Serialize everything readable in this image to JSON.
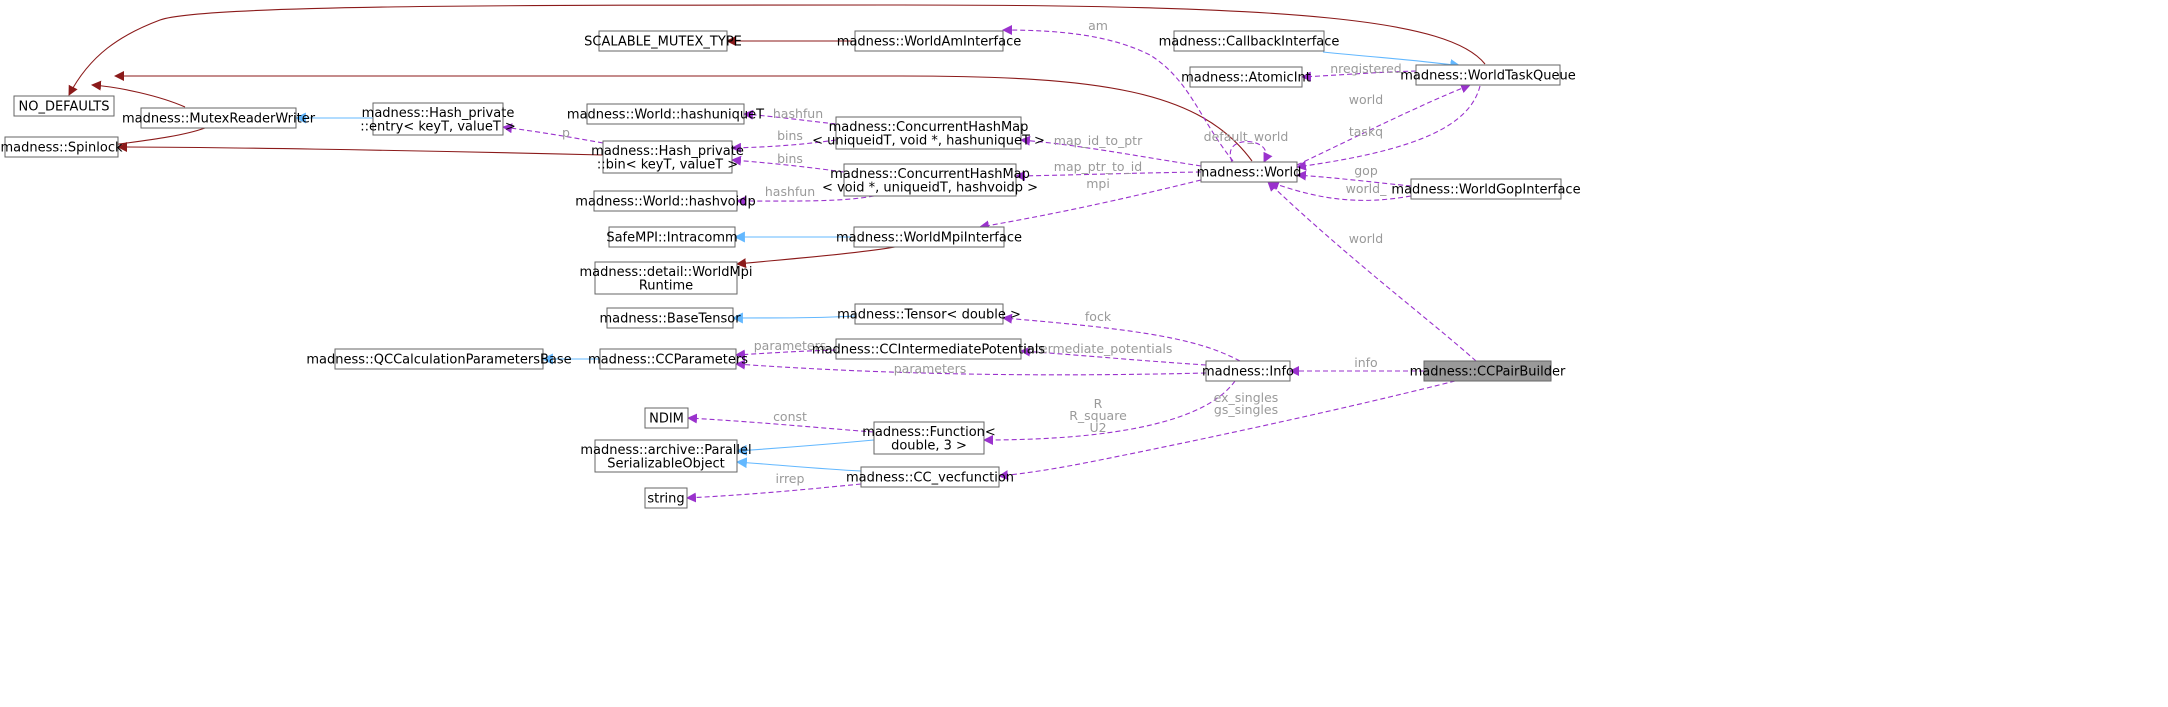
{
  "colors": {
    "inheritance_public": "#63b8ff",
    "inheritance_protected": "#8b1a1a",
    "usage": "#9a32cd",
    "label": "#9a9a9a",
    "node_border": "#666666",
    "highlight_fill": "#999999"
  },
  "nodes": [
    {
      "id": "no_defaults",
      "lines": [
        "NO_DEFAULTS"
      ]
    },
    {
      "id": "spinlock",
      "lines": [
        "madness::Spinlock"
      ]
    },
    {
      "id": "mutex_rw",
      "lines": [
        "madness::MutexReaderWriter"
      ]
    },
    {
      "id": "scalable_mutex",
      "lines": [
        "SCALABLE_MUTEX_TYPE"
      ]
    },
    {
      "id": "world_am",
      "lines": [
        "madness::WorldAmInterface"
      ]
    },
    {
      "id": "hash_entry",
      "lines": [
        "madness::Hash_private",
        "::entry< keyT, valueT >"
      ]
    },
    {
      "id": "hash_bin",
      "lines": [
        "madness::Hash_private",
        "::bin< keyT, valueT >"
      ]
    },
    {
      "id": "hashuniquet",
      "lines": [
        "madness::World::hashuniqueT"
      ]
    },
    {
      "id": "hashvoidp",
      "lines": [
        "madness::World::hashvoidp"
      ]
    },
    {
      "id": "chm_unique",
      "lines": [
        "madness::ConcurrentHashMap",
        "< uniqueidT, void *, hashuniqueT >"
      ]
    },
    {
      "id": "chm_voidp",
      "lines": [
        "madness::ConcurrentHashMap",
        "< void *, uniqueidT, hashvoidp >"
      ]
    },
    {
      "id": "intracomm",
      "lines": [
        "SafeMPI::Intracomm"
      ]
    },
    {
      "id": "world_mpi",
      "lines": [
        "madness::WorldMpiInterface"
      ]
    },
    {
      "id": "world_mpi_rt",
      "lines": [
        "madness::detail::WorldMpi",
        "Runtime"
      ]
    },
    {
      "id": "base_tensor",
      "lines": [
        "madness::BaseTensor"
      ]
    },
    {
      "id": "tensor_double",
      "lines": [
        "madness::Tensor< double >"
      ]
    },
    {
      "id": "qc_params_base",
      "lines": [
        "madness::QCCalculationParametersBase"
      ]
    },
    {
      "id": "cc_params",
      "lines": [
        "madness::CCParameters"
      ]
    },
    {
      "id": "cc_intermediate",
      "lines": [
        "madness::CCIntermediatePotentials"
      ]
    },
    {
      "id": "ndim",
      "lines": [
        "NDIM"
      ]
    },
    {
      "id": "archive",
      "lines": [
        "madness::archive::Parallel",
        "SerializableObject"
      ]
    },
    {
      "id": "string",
      "lines": [
        "string"
      ]
    },
    {
      "id": "function",
      "lines": [
        "madness::Function<",
        "double, 3 >"
      ]
    },
    {
      "id": "cc_vecfunction",
      "lines": [
        "madness::CC_vecfunction"
      ]
    },
    {
      "id": "world",
      "lines": [
        "madness::World"
      ]
    },
    {
      "id": "info",
      "lines": [
        "madness::Info"
      ]
    },
    {
      "id": "callback",
      "lines": [
        "madness::CallbackInterface"
      ]
    },
    {
      "id": "atomicint",
      "lines": [
        "madness::AtomicInt"
      ]
    },
    {
      "id": "taskqueue",
      "lines": [
        "madness::WorldTaskQueue"
      ]
    },
    {
      "id": "gop",
      "lines": [
        "madness::WorldGopInterface"
      ]
    },
    {
      "id": "ccpairbuilder",
      "lines": [
        "madness::CCPairBuilder"
      ]
    }
  ],
  "edges": [
    {
      "from": "no_defaults",
      "to": "taskqueue",
      "kind": "protected"
    },
    {
      "from": "no_defaults",
      "to": "world",
      "kind": "protected"
    },
    {
      "from": "no_defaults",
      "to": "mutex_rw",
      "kind": "protected"
    },
    {
      "from": "spinlock",
      "to": "mutex_rw",
      "kind": "protected"
    },
    {
      "from": "spinlock",
      "to": "hash_bin",
      "kind": "protected"
    },
    {
      "from": "scalable_mutex",
      "to": "world_am",
      "kind": "protected"
    },
    {
      "from": "mutex_rw",
      "to": "hash_entry",
      "kind": "public"
    },
    {
      "from": "hash_entry",
      "to": "hash_bin",
      "kind": "usage",
      "labels": [
        "p"
      ]
    },
    {
      "from": "hashuniquet",
      "to": "chm_unique",
      "kind": "usage",
      "labels": [
        "hashfun"
      ]
    },
    {
      "from": "hash_bin",
      "to": "chm_unique",
      "kind": "usage",
      "labels": [
        "bins"
      ]
    },
    {
      "from": "hash_bin",
      "to": "chm_voidp",
      "kind": "usage",
      "labels": [
        "bins"
      ]
    },
    {
      "from": "hashvoidp",
      "to": "chm_voidp",
      "kind": "usage",
      "labels": [
        "hashfun"
      ]
    },
    {
      "from": "world_am",
      "to": "world",
      "kind": "usage",
      "labels": [
        "am"
      ]
    },
    {
      "from": "chm_unique",
      "to": "world",
      "kind": "usage",
      "labels": [
        "map_id_to_ptr"
      ]
    },
    {
      "from": "chm_voidp",
      "to": "world",
      "kind": "usage",
      "labels": [
        "map_ptr_to_id"
      ]
    },
    {
      "from": "world_mpi",
      "to": "world",
      "kind": "usage",
      "labels": [
        "mpi"
      ]
    },
    {
      "from": "world",
      "to": "world",
      "kind": "usage",
      "labels": [
        "default_world"
      ]
    },
    {
      "from": "callback",
      "to": "taskqueue",
      "kind": "public"
    },
    {
      "from": "atomicint",
      "to": "taskqueue",
      "kind": "usage",
      "labels": [
        "nregistered"
      ]
    },
    {
      "from": "world",
      "to": "taskqueue",
      "kind": "usage",
      "labels": [
        "world"
      ]
    },
    {
      "from": "taskqueue",
      "to": "world",
      "kind": "usage",
      "labels": [
        "taskq"
      ]
    },
    {
      "from": "gop",
      "to": "world",
      "kind": "usage",
      "labels": [
        "gop"
      ]
    },
    {
      "from": "world",
      "to": "gop",
      "kind": "usage",
      "labels": [
        "world_"
      ]
    },
    {
      "from": "intracomm",
      "to": "world_mpi",
      "kind": "public"
    },
    {
      "from": "world_mpi_rt",
      "to": "world_mpi",
      "kind": "protected"
    },
    {
      "from": "base_tensor",
      "to": "tensor_double",
      "kind": "public"
    },
    {
      "from": "qc_params_base",
      "to": "cc_params",
      "kind": "public"
    },
    {
      "from": "cc_params",
      "to": "cc_intermediate",
      "kind": "usage",
      "labels": [
        "parameters"
      ]
    },
    {
      "from": "tensor_double",
      "to": "info",
      "kind": "usage",
      "labels": [
        "fock"
      ]
    },
    {
      "from": "cc_intermediate",
      "to": "info",
      "kind": "usage",
      "labels": [
        "intermediate_potentials"
      ]
    },
    {
      "from": "cc_params",
      "to": "info",
      "kind": "usage",
      "labels": [
        "parameters"
      ]
    },
    {
      "from": "function",
      "to": "info",
      "kind": "usage",
      "labels": [
        "R",
        "R_square",
        "U2"
      ]
    },
    {
      "from": "world",
      "to": "ccpairbuilder",
      "kind": "usage",
      "labels": [
        "world"
      ]
    },
    {
      "from": "info",
      "to": "ccpairbuilder",
      "kind": "usage",
      "labels": [
        "info"
      ]
    },
    {
      "from": "ndim",
      "to": "function",
      "kind": "usage",
      "labels": [
        "const"
      ]
    },
    {
      "from": "archive",
      "to": "function",
      "kind": "public"
    },
    {
      "from": "archive",
      "to": "cc_vecfunction",
      "kind": "public"
    },
    {
      "from": "string",
      "to": "cc_vecfunction",
      "kind": "usage",
      "labels": [
        "irrep"
      ]
    },
    {
      "from": "cc_vecfunction",
      "to": "ccpairbuilder",
      "kind": "usage",
      "labels": [
        "ex_singles",
        "gs_singles"
      ]
    }
  ]
}
